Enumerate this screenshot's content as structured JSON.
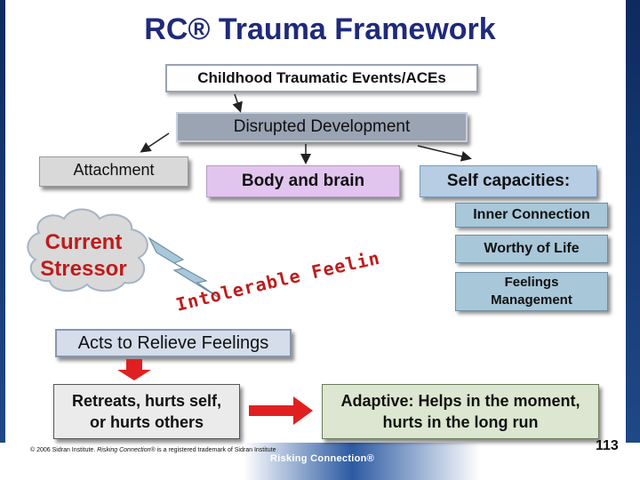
{
  "title": "RC® Trauma Framework",
  "boxes": {
    "aces": "Childhood Traumatic Events/ACEs",
    "disrupted": "Disrupted Development",
    "attachment": "Attachment",
    "body_brain": "Body and brain",
    "self_capacities": "Self capacities:",
    "inner_connection": "Inner Connection",
    "worthy_of_life": "Worthy of Life",
    "feelings_management_1": "Feelings",
    "feelings_management_2": "Management",
    "acts_relieve": "Acts to Relieve Feelings",
    "retreats_1": "Retreats, hurts self,",
    "retreats_2": "or hurts others",
    "adaptive_1": "Adaptive: Helps in the moment,",
    "adaptive_2": "hurts in the long run"
  },
  "stressor": {
    "line1": "Current",
    "line2": "Stressor"
  },
  "intolerable": "Intolerable Feelings",
  "footer": {
    "pre": "© 2006 Sidran Institute. ",
    "italic": "Risking Connection®",
    "post": " is a registered trademark of Sidran Institute"
  },
  "logo": "Risking Connection®",
  "page_number": "113",
  "colors": {
    "title": "#1f2a7a",
    "stressor_text": "#c01b1b",
    "red_arrow": "#e02020",
    "lightning": "#a8c7d9"
  }
}
